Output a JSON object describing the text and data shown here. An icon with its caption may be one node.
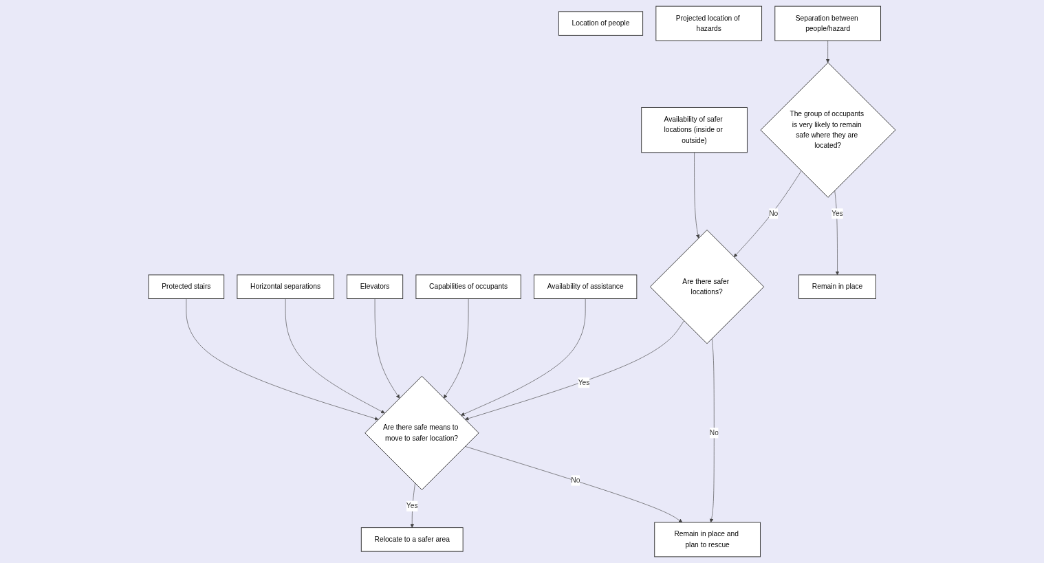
{
  "diagram": {
    "nodes": [
      {
        "text": [
          "Location of people"
        ]
      },
      {
        "text": [
          "Projected location of hazards"
        ]
      },
      {
        "text": [
          "Separation between people/hazard"
        ]
      },
      {
        "text": [
          "Availability of safer locations (inside or outside)"
        ]
      },
      {
        "text": [
          "Protected stairs"
        ]
      },
      {
        "text": [
          "Horizontal separations"
        ]
      },
      {
        "text": [
          "Elevators"
        ]
      },
      {
        "text": [
          "Capabilities of occupants"
        ]
      },
      {
        "text": [
          "Availability of assistance"
        ]
      },
      {
        "text": [
          "The group of occupants is very likely to remain safe where they are located?"
        ]
      },
      {
        "text": [
          "Are there safer locations?"
        ]
      },
      {
        "text": [
          "Are there safe means to move to safer location?"
        ]
      },
      {
        "text": [
          "Remain in place"
        ]
      },
      {
        "text": [
          "Remain in place and plan to rescue"
        ]
      },
      {
        "text": [
          "Relocate to a safer area"
        ]
      }
    ],
    "edges": [
      {
        "from": 2,
        "to": 9,
        "arrow": "to"
      },
      {
        "from": 3,
        "to": 10,
        "arrow": "to"
      },
      {
        "from": 4,
        "to": 11,
        "arrow": "to"
      },
      {
        "from": 5,
        "to": 11,
        "arrow": "to"
      },
      {
        "from": 6,
        "to": 11,
        "arrow": "to"
      },
      {
        "from": 7,
        "to": 11,
        "arrow": "to"
      },
      {
        "from": 8,
        "to": 11,
        "arrow": "to"
      },
      {
        "from": 9,
        "to": 10,
        "label": "No",
        "arrow": "to"
      },
      {
        "from": 9,
        "to": 12,
        "label": "Yes",
        "arrow": "to"
      },
      {
        "from": 10,
        "to": 11,
        "label": "Yes",
        "arrow": "to"
      },
      {
        "from": 10,
        "to": 13,
        "label": "No",
        "arrow": "to"
      },
      {
        "from": 11,
        "to": 14,
        "label": "Yes",
        "arrow": "to"
      },
      {
        "from": 11,
        "to": 13,
        "label": "No",
        "arrow": "to"
      }
    ]
  }
}
